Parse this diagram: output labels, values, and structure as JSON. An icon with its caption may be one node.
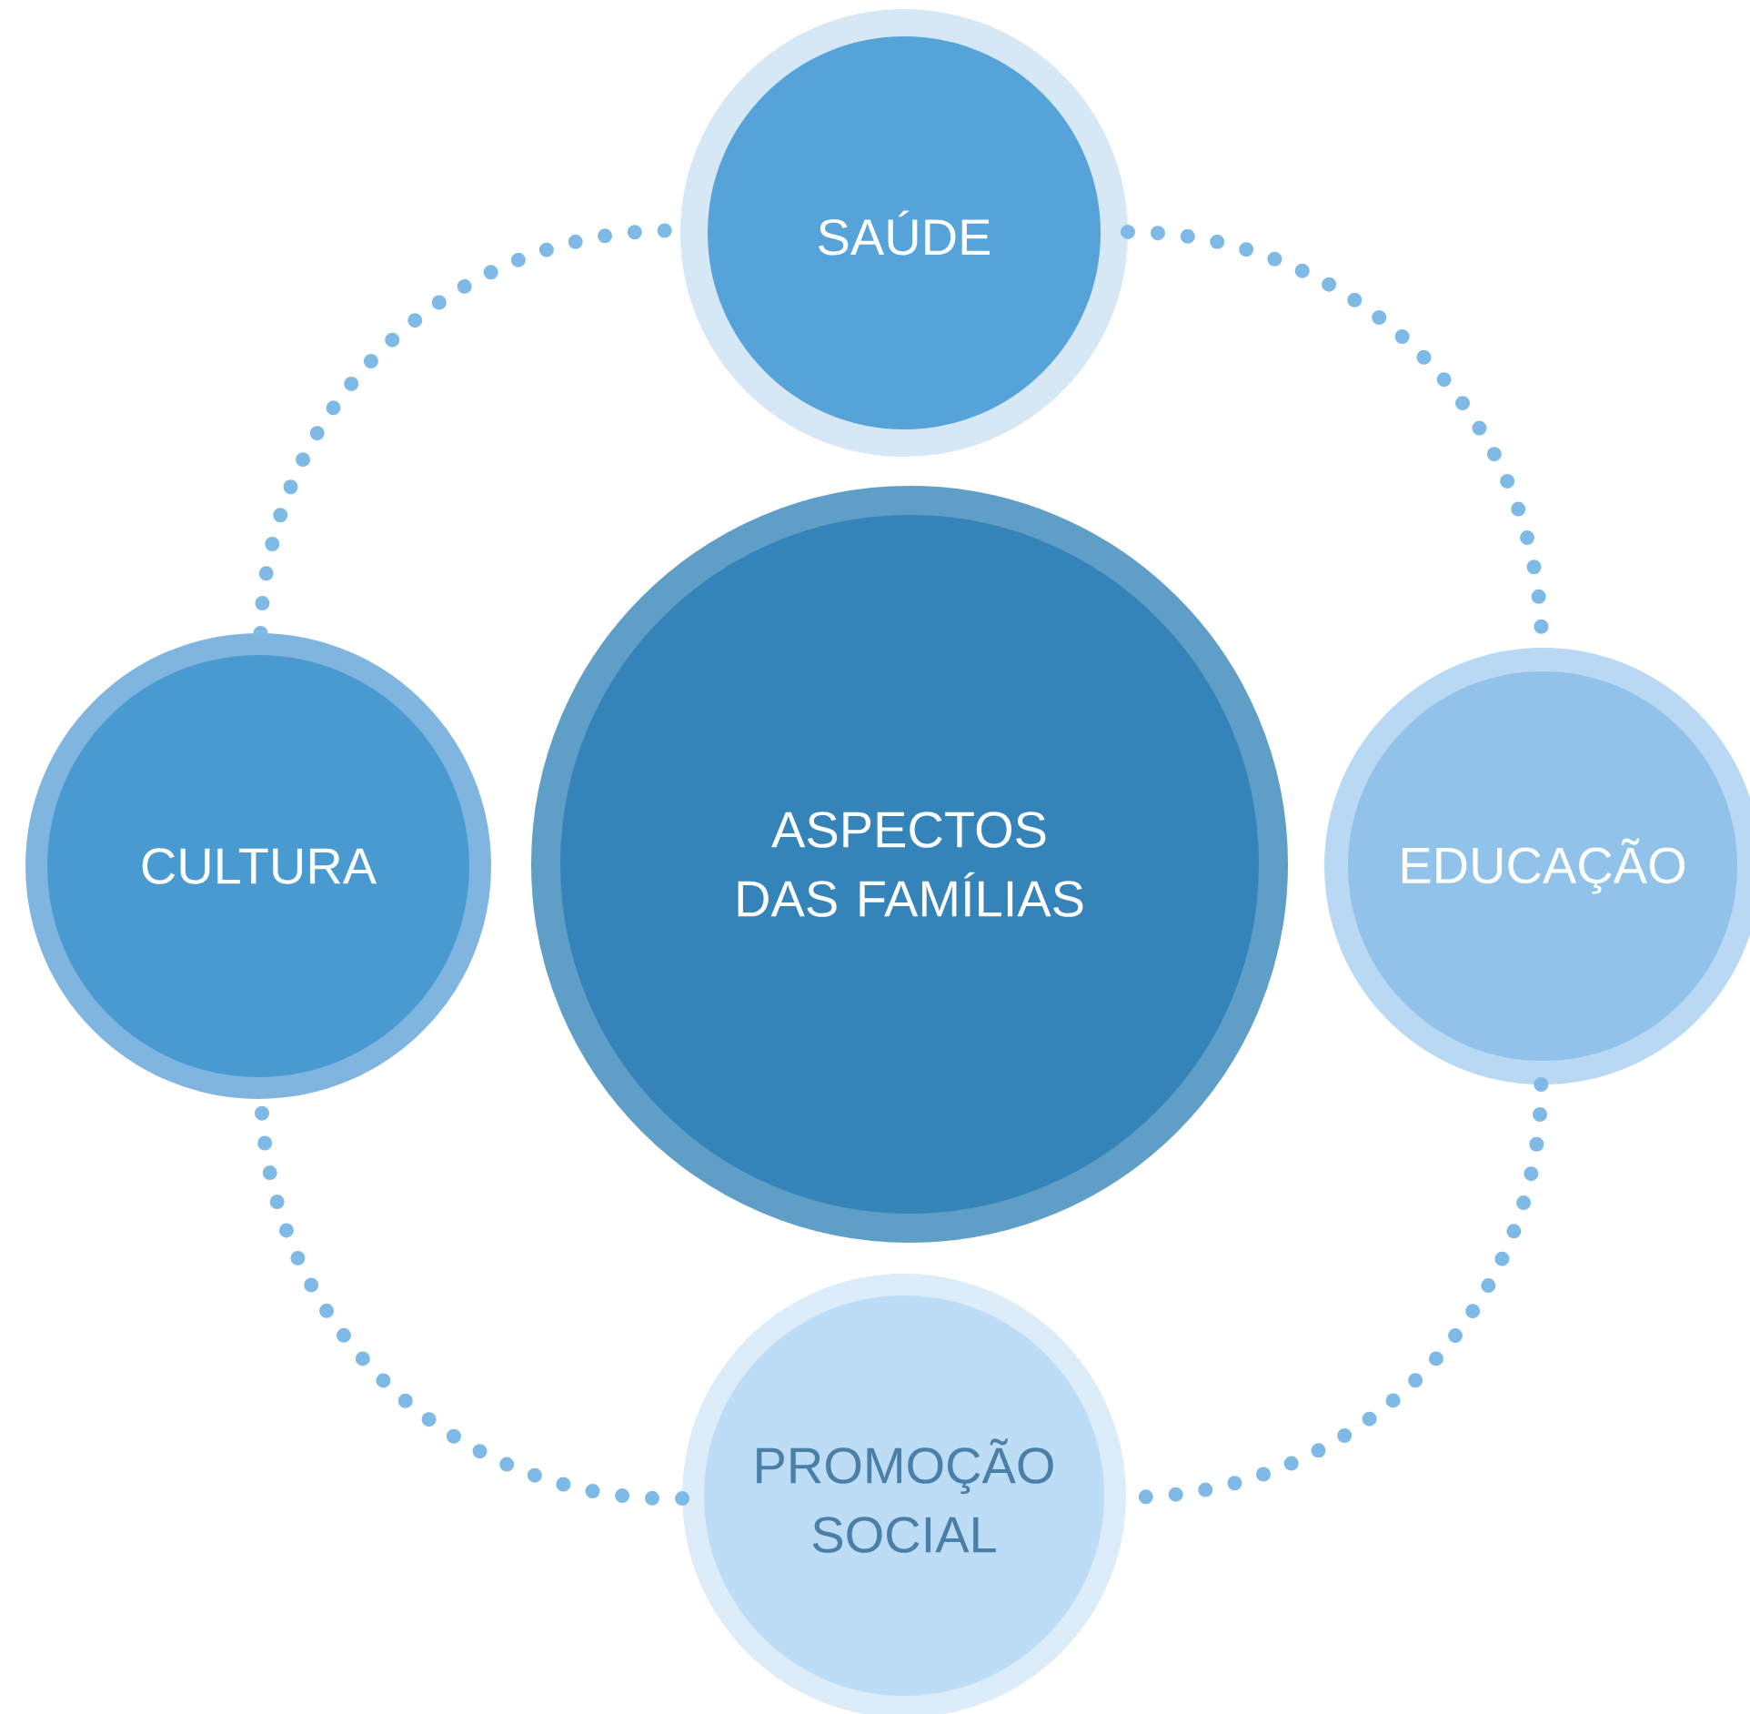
{
  "diagram": {
    "nodes": [
      {
        "text": [
          "ASPECTOS DAS FAMÍLIAS"
        ]
      },
      {
        "text": [
          "SAÚDE"
        ]
      },
      {
        "text": [
          "CULTURA"
        ]
      },
      {
        "text": [
          "EDUCAÇÃO"
        ]
      },
      {
        "text": [
          "PROMOÇÃO SOCIAL"
        ]
      }
    ],
    "edges": [
      {
        "from": 1,
        "to": 3,
        "arrow": "none"
      },
      {
        "from": 3,
        "to": 4,
        "arrow": "none"
      },
      {
        "from": 4,
        "to": 2,
        "arrow": "none"
      },
      {
        "from": 2,
        "to": 1,
        "arrow": "none"
      }
    ]
  }
}
